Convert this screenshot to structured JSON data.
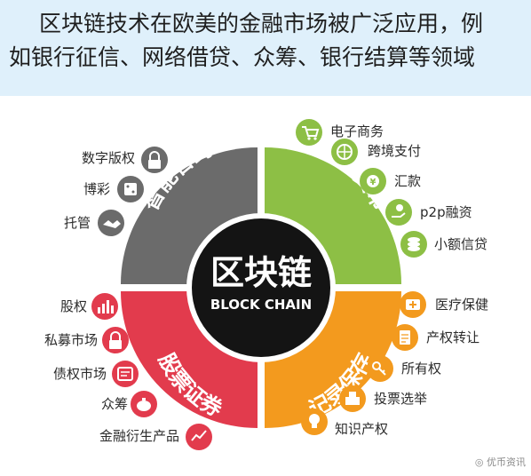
{
  "header": {
    "line1": "区块链技术在欧美的金融市场被广泛应用，例",
    "line2": "如银行征信、网络借贷、众筹、银行结算等领域"
  },
  "center": {
    "title": "区块链",
    "subtitle": "BLOCK CHAIN"
  },
  "segments": {
    "smart_contract": {
      "label": "智能合约",
      "color": "#6b6b6b"
    },
    "digital_currency": {
      "label": "数字货币",
      "color": "#8dbf45"
    },
    "stock_securities": {
      "label": "股票证券",
      "color": "#e23b4d"
    },
    "record_storage": {
      "label": "记录保存",
      "color": "#f39a1e"
    }
  },
  "left_top_items": [
    "数字版权",
    "博彩",
    "托管"
  ],
  "right_top_items": [
    "电子商务",
    "跨境支付",
    "汇款",
    "p2p融资",
    "小额信贷"
  ],
  "left_bottom_items": [
    "股权",
    "私募市场",
    "债权市场",
    "众筹",
    "金融衍生产品"
  ],
  "right_bottom_items": [
    "医疗保健",
    "产权转让",
    "所有权",
    "投票选举",
    "知识产权"
  ],
  "watermark": "优币资讯"
}
